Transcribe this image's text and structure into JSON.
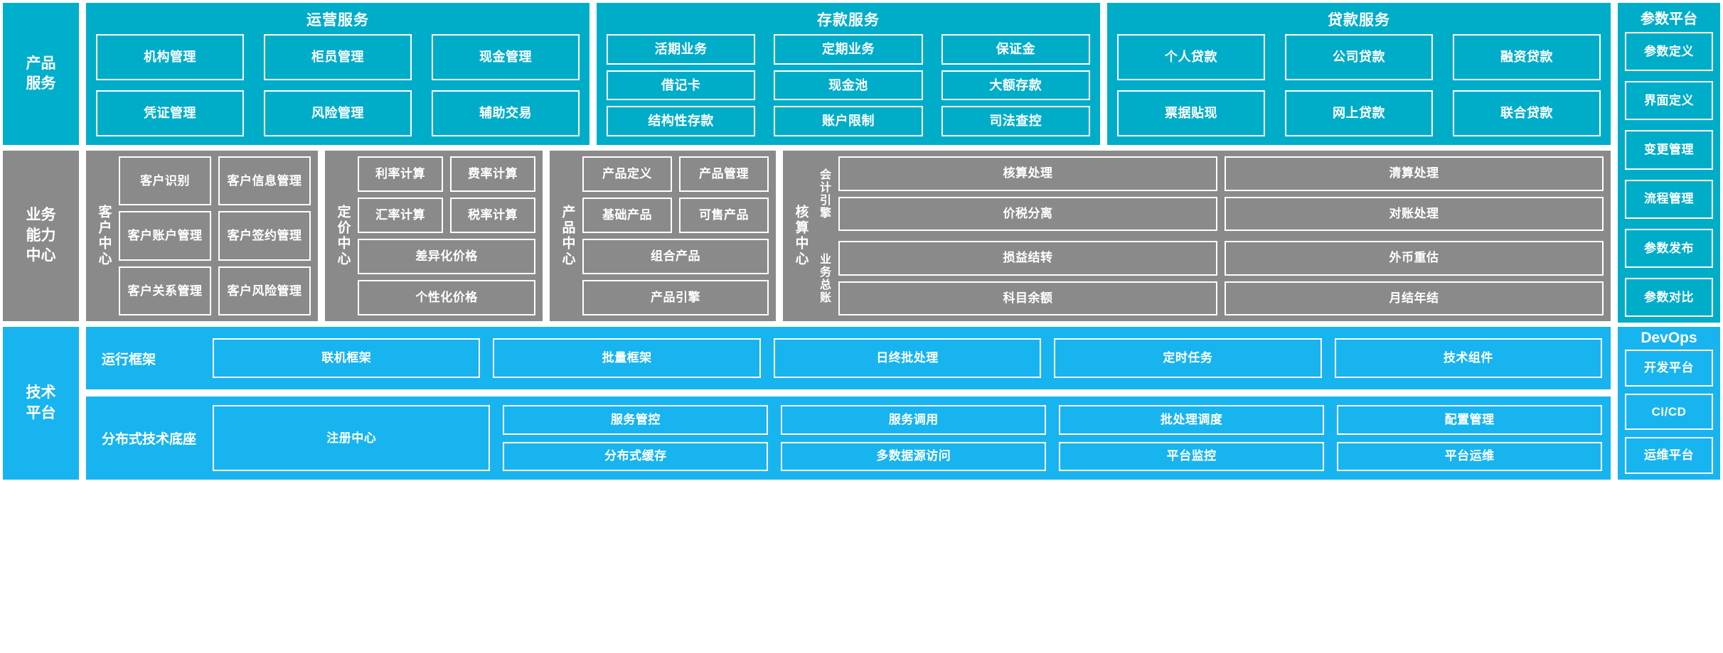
{
  "layers": {
    "product_services": {
      "label": "产品\n服务",
      "groups": [
        {
          "title": "运营服务",
          "items": [
            "机构管理",
            "柜员管理",
            "现金管理",
            "凭证管理",
            "风险管理",
            "辅助交易"
          ]
        },
        {
          "title": "存款服务",
          "items": [
            "活期业务",
            "定期业务",
            "保证金",
            "借记卡",
            "现金池",
            "大额存款",
            "结构性存款",
            "账户限制",
            "司法查控"
          ]
        },
        {
          "title": "贷款服务",
          "items": [
            "个人贷款",
            "公司贷款",
            "融资贷款",
            "票据贴现",
            "网上贷款",
            "联合贷款"
          ]
        }
      ]
    },
    "business_capability": {
      "label": "业务\n能力\n中心",
      "centers": [
        {
          "name": "客户中心",
          "rows": [
            [
              "客户识别",
              "客户信息管理"
            ],
            [
              "客户账户管理",
              "客户签约管理"
            ],
            [
              "客户关系管理",
              "客户风险管理"
            ]
          ]
        },
        {
          "name": "定价中心",
          "rows": [
            [
              "利率计算",
              "费率计算"
            ],
            [
              "汇率计算",
              "税率计算"
            ],
            [
              "差异化价格"
            ],
            [
              "个性化价格"
            ]
          ]
        },
        {
          "name": "产品中心",
          "rows": [
            [
              "产品定义",
              "产品管理"
            ],
            [
              "基础产品",
              "可售产品"
            ],
            [
              "组合产品"
            ],
            [
              "产品引擎"
            ]
          ]
        },
        {
          "name": "核算中心",
          "subgroups": [
            {
              "name": "会计引擎",
              "rows": [
                [
                  "核算处理",
                  "清算处理"
                ],
                [
                  "价税分离",
                  "对账处理"
                ]
              ]
            },
            {
              "name": "业务总账",
              "rows": [
                [
                  "损益结转",
                  "外币重估"
                ],
                [
                  "科目余额",
                  "月结年结"
                ]
              ]
            }
          ]
        }
      ]
    },
    "technology_platform": {
      "label": "技术\n平台",
      "runtime": {
        "name": "运行框架",
        "items": [
          "联机框架",
          "批量框架",
          "日终批处理",
          "定时任务",
          "技术组件"
        ]
      },
      "base": {
        "name": "分布式技术底座",
        "registry": "注册中心",
        "columns": [
          [
            "服务管控",
            "分布式缓存"
          ],
          [
            "服务调用",
            "多数据源访问"
          ],
          [
            "批处理调度",
            "平台监控"
          ],
          [
            "配置管理",
            "平台运维"
          ]
        ]
      }
    }
  },
  "rails": {
    "parameter_platform": {
      "title": "参数平台",
      "items": [
        "参数定义",
        "界面定义",
        "变更管理",
        "流程管理",
        "参数发布",
        "参数对比"
      ]
    },
    "devops": {
      "title": "DevOps",
      "items": [
        "开发平台",
        "CI/CD",
        "运维平台"
      ]
    }
  },
  "colors": {
    "cyan": "#00adc9",
    "gray": "#8a8a8a",
    "blue": "#18b4f0",
    "white": "#ffffff"
  }
}
